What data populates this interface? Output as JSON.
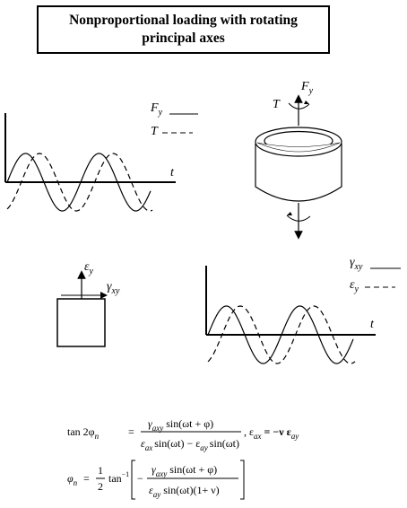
{
  "title": {
    "line1": "Nonproportional loading with rotating",
    "line2": "principal axes"
  },
  "top_plot": {
    "legend": [
      {
        "label": "F",
        "sub": "y",
        "style": "solid"
      },
      {
        "label": "T",
        "sub": "",
        "style": "dashed"
      }
    ],
    "axis_label": "t"
  },
  "cylinder": {
    "force_label": "F",
    "force_sub": "y",
    "torque_label": "T"
  },
  "element": {
    "normal_label": "ε",
    "normal_sub": "y",
    "shear_label": "γ",
    "shear_sub": "xy"
  },
  "bottom_plot": {
    "legend": [
      {
        "label": "γ",
        "sub": "xy",
        "style": "solid"
      },
      {
        "label": "ε",
        "sub": "y",
        "style": "dashed"
      }
    ],
    "axis_label": "t"
  },
  "equations": {
    "eq1_lhs": "tan 2φ",
    "eq1_lhs_sub": "n",
    "eq1_num": "γ",
    "eq1_num_sub": "axy",
    "eq1_num_rest": "sin(ωt + φ)",
    "eq1_den_a": "ε",
    "eq1_den_a_sub": "ax",
    "eq1_den_a_rest": "sin(ωt) − ε",
    "eq1_den_b_sub": "ay",
    "eq1_den_b_rest": "sin(ωt)",
    "eq1_tail_a": ", ε",
    "eq1_tail_a_sub": "ax",
    "eq1_tail_b": " = −ν ε",
    "eq1_tail_b_sub": "ay",
    "eq2_lhs": "φ",
    "eq2_lhs_sub": "n",
    "eq2_half_num": "1",
    "eq2_half_den": "2",
    "eq2_fn": "tan",
    "eq2_fn_sup": "−1",
    "eq2_minus": "−",
    "eq2_num": "γ",
    "eq2_num_sub": "axy",
    "eq2_num_rest": "sin(ωt + φ)",
    "eq2_den": "ε",
    "eq2_den_sub": "ay",
    "eq2_den_rest": "sin(ωt)(1+ ν)"
  }
}
